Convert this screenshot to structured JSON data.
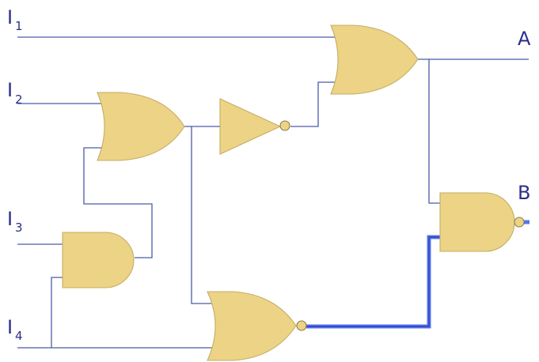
{
  "inputs": [
    {
      "main": "I",
      "sub": "1"
    },
    {
      "main": "I",
      "sub": "2"
    },
    {
      "main": "I",
      "sub": "3"
    },
    {
      "main": "I",
      "sub": "4"
    }
  ],
  "outputs": [
    "A",
    "B"
  ],
  "colors": {
    "wire": "#4a5aa8",
    "highlighted_wire": "#5575ea",
    "gate_fill": "#ecd386",
    "label": "#2b2f8a"
  },
  "gates": [
    "or",
    "or",
    "and",
    "not",
    "nor",
    "nand"
  ]
}
